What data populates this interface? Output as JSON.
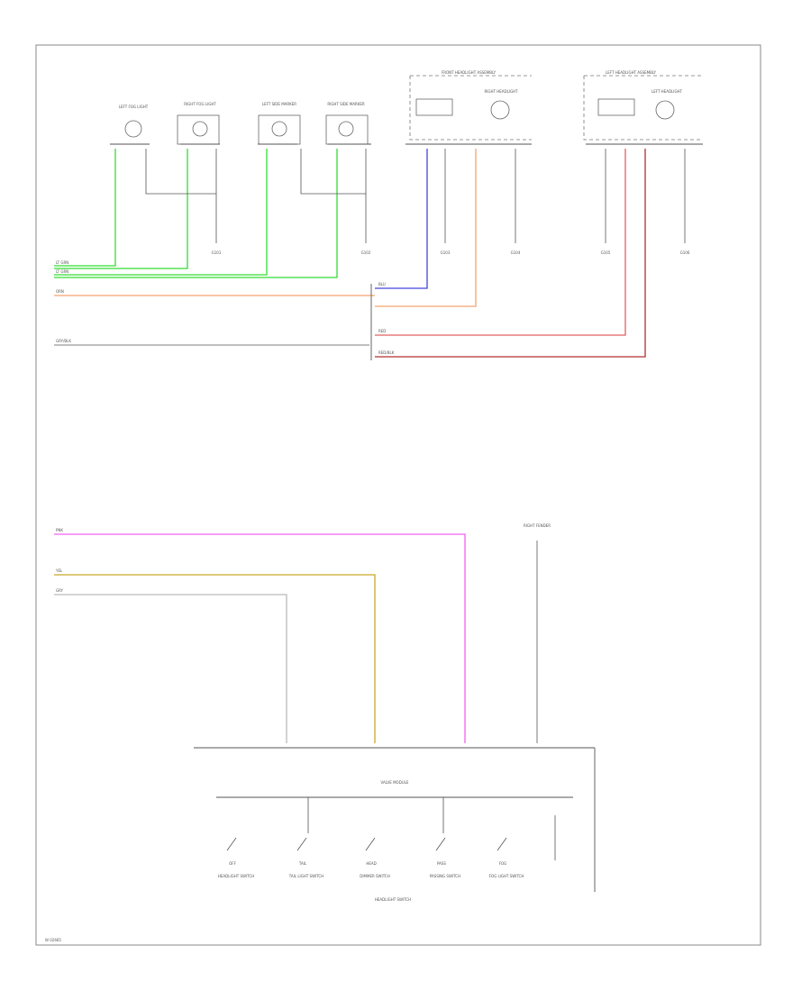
{
  "diagram": {
    "footer_code": "W 02665",
    "components": {
      "left_fog_light": "LEFT FOG LIGHT",
      "right_fog_light": "RIGHT FOG LIGHT",
      "left_side_marker": "LEFT SIDE MARKER",
      "right_side_marker": "RIGHT SIDE MARKER",
      "front_headlight_assembly": "FRONT HEADLIGHT ASSEMBLY",
      "right_headlight": "RIGHT HEADLIGHT",
      "left_headlight_assembly": "LEFT HEADLIGHT ASSEMBLY",
      "left_headlight": "LEFT HEADLIGHT",
      "ground_right_fender": "RIGHT FENDER",
      "valve_module": "VALVE MODULE",
      "headlight_switch": "HEADLIGHT SWITCH"
    },
    "grounds": [
      {
        "name": "g1",
        "label": "G101"
      },
      {
        "name": "g2",
        "label": "G102"
      },
      {
        "name": "g3",
        "label": "G103"
      },
      {
        "name": "g4",
        "label": "G104"
      },
      {
        "name": "g5",
        "label": "G105"
      },
      {
        "name": "g6",
        "label": "G106"
      }
    ],
    "wires": [
      {
        "name": "lt-grn-1",
        "label": "LT GRN",
        "color": "#33dd33"
      },
      {
        "name": "lt-grn-2",
        "label": "LT GRN",
        "color": "#33dd33"
      },
      {
        "name": "orn",
        "label": "ORN",
        "color": "#f5a472"
      },
      {
        "name": "blu",
        "label": "BLU",
        "color": "#4444dd"
      },
      {
        "name": "gry-1",
        "label": "GRY/BLK",
        "color": "#999999"
      },
      {
        "name": "red",
        "label": "RED",
        "color": "#e06060"
      },
      {
        "name": "red-blk",
        "label": "RED/BLK",
        "color": "#b03030"
      },
      {
        "name": "pnk",
        "label": "PNK",
        "color": "#f060f0"
      },
      {
        "name": "yel",
        "label": "YEL",
        "color": "#c8a828"
      },
      {
        "name": "gry-2",
        "label": "GRY",
        "color": "#bbbbbb"
      }
    ],
    "switch_positions": [
      "OFF",
      "TAIL",
      "HEAD",
      "PASS",
      "FOG"
    ],
    "switch_labels": [
      "HEADLIGHT SWITCH",
      "TAIL LIGHT SWITCH",
      "DIMMER SWITCH",
      "PASSING SWITCH",
      "FOG LIGHT SWITCH"
    ]
  }
}
